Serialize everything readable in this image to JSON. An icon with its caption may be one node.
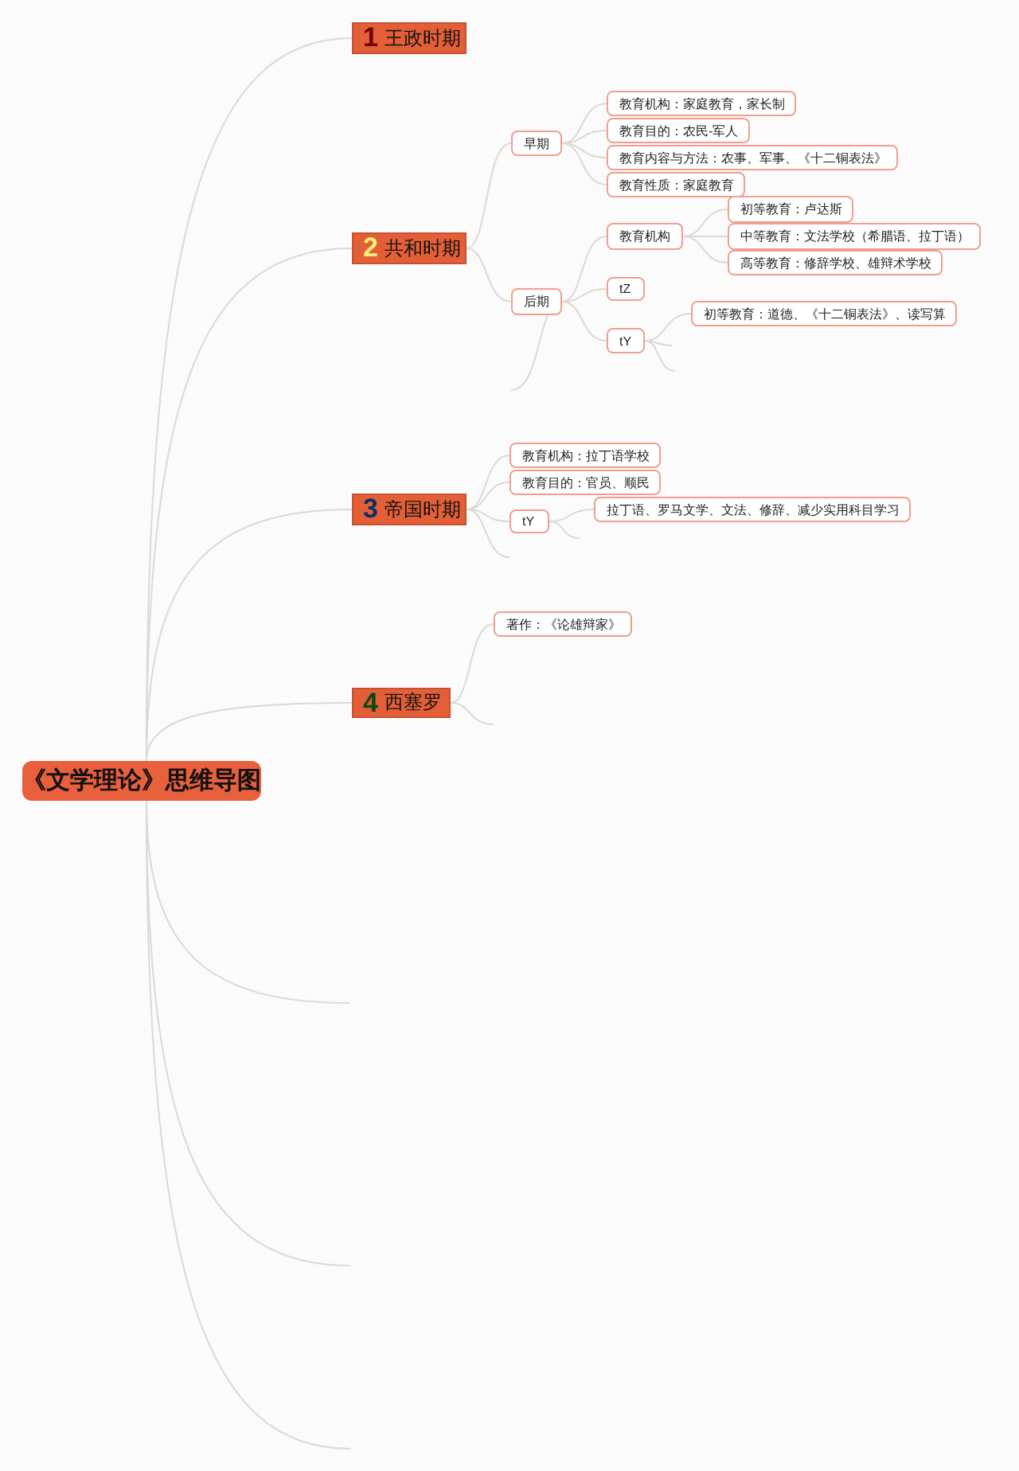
{
  "diagram": {
    "nodes": [
      {
        "text": [
          "《文学理论》思维导图"
        ]
      },
      {
        "text": [
          "1",
          "王政时期"
        ]
      },
      {
        "text": [
          "2",
          "共和时期"
        ]
      },
      {
        "text": [
          "早期"
        ]
      },
      {
        "text": [
          "教育机构：家庭教育，家长制"
        ]
      },
      {
        "text": [
          "教育目的：农民-军人"
        ]
      },
      {
        "text": [
          "教育内容与方法：农事、军事、《十二铜表法》"
        ]
      },
      {
        "text": [
          "教育性质：家庭教育"
        ]
      },
      {
        "text": [
          "后期"
        ]
      },
      {
        "text": [
          "教育机构"
        ]
      },
      {
        "text": [
          "初等教育：卢达斯"
        ]
      },
      {
        "text": [
          "中等教育：文法学校（希腊语、拉丁语）"
        ]
      },
      {
        "text": [
          "高等教育：修辞学校、雄辩术学校"
        ]
      },
      {
        "text": [
          "tZ"
        ]
      },
      {
        "text": [
          "tY"
        ]
      },
      {
        "text": [
          "初等教育：道德、《十二铜表法》、读写算"
        ]
      },
      {
        "text": [
          "3",
          "帝国时期"
        ]
      },
      {
        "text": [
          "教育机构：拉丁语学校"
        ]
      },
      {
        "text": [
          "教育目的：官员、顺民"
        ]
      },
      {
        "text": [
          "tY"
        ]
      },
      {
        "text": [
          "拉丁语、罗马文学、文法、修辞、减少实用科目学习"
        ]
      },
      {
        "text": [
          "4",
          "西塞罗"
        ]
      },
      {
        "text": [
          "著作：《论雄辩家》"
        ]
      }
    ],
    "edges": [
      {
        "from": 0,
        "to": 1,
        "arrow": "none"
      },
      {
        "from": 0,
        "to": 2,
        "arrow": "none"
      },
      {
        "from": 0,
        "to": 16,
        "arrow": "none"
      },
      {
        "from": 0,
        "to": 21,
        "arrow": "none"
      },
      {
        "from": 0,
        "to": null,
        "arrow": "none"
      },
      {
        "from": 0,
        "to": null,
        "arrow": "none"
      },
      {
        "from": 0,
        "to": null,
        "arrow": "none"
      },
      {
        "from": 2,
        "to": 3,
        "arrow": "none"
      },
      {
        "from": 2,
        "to": 8,
        "arrow": "none"
      },
      {
        "from": 3,
        "to": 4,
        "arrow": "none"
      },
      {
        "from": 3,
        "to": 5,
        "arrow": "none"
      },
      {
        "from": 3,
        "to": 6,
        "arrow": "none"
      },
      {
        "from": 3,
        "to": 7,
        "arrow": "none"
      },
      {
        "from": 8,
        "to": 9,
        "arrow": "none"
      },
      {
        "from": 8,
        "to": 13,
        "arrow": "none"
      },
      {
        "from": 8,
        "to": 14,
        "arrow": "none"
      },
      {
        "from": 8,
        "to": null,
        "arrow": "none"
      },
      {
        "from": 9,
        "to": 10,
        "arrow": "none"
      },
      {
        "from": 9,
        "to": 11,
        "arrow": "none"
      },
      {
        "from": 9,
        "to": 12,
        "arrow": "none"
      },
      {
        "from": 14,
        "to": 15,
        "arrow": "none"
      },
      {
        "from": 14,
        "to": null,
        "arrow": "none"
      },
      {
        "from": 14,
        "to": null,
        "arrow": "none"
      },
      {
        "from": 16,
        "to": 17,
        "arrow": "none"
      },
      {
        "from": 16,
        "to": 18,
        "arrow": "none"
      },
      {
        "from": 16,
        "to": 19,
        "arrow": "none"
      },
      {
        "from": 16,
        "to": null,
        "arrow": "none"
      },
      {
        "from": 19,
        "to": 20,
        "arrow": "none"
      },
      {
        "from": 19,
        "to": null,
        "arrow": "none"
      },
      {
        "from": 21,
        "to": 22,
        "arrow": "none"
      },
      {
        "from": 21,
        "to": null,
        "arrow": "none"
      }
    ]
  }
}
